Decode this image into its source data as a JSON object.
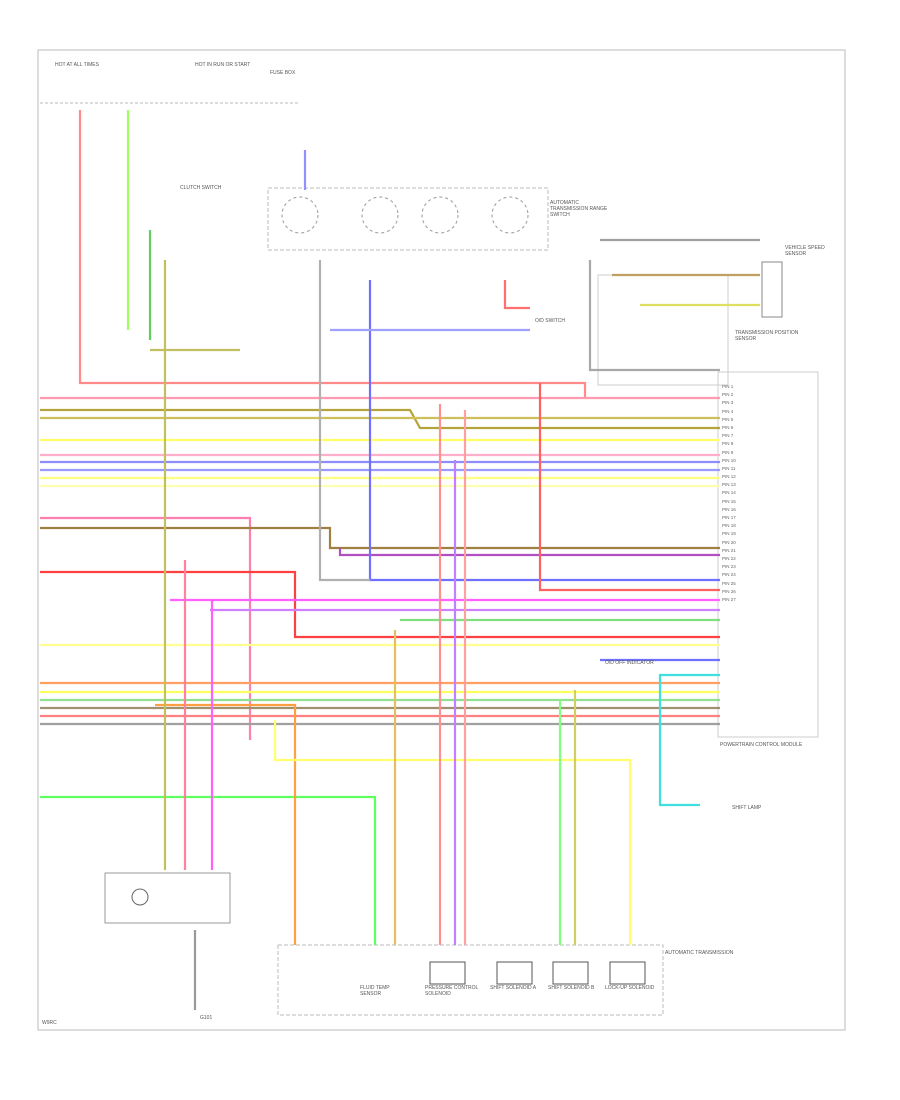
{
  "diagram": {
    "top_left_power": "HOT AT ALL TIMES",
    "top_mid_power": "HOT IN RUN OR START",
    "fuse_box": "FUSE BOX",
    "switch_label": "CLUTCH SWITCH",
    "tcm_title": "AUTOMATIC TRANSMISSION RANGE SWITCH",
    "module_title": "POWERTRAIN CONTROL MODULE",
    "position_sensor": "TRANSMISSION POSITION SENSOR",
    "overdrive_switch": "O/D SWITCH",
    "speed_sensor": "VEHICLE SPEED SENSOR",
    "indicator_label": "O/D OFF INDICATOR",
    "shift_lamp": "SHIFT LAMP",
    "component_fluid_temp": "FLUID TEMP SENSOR",
    "component_pressure": "PRESSURE CONTROL SOLENOID",
    "component_shift_a": "SHIFT SOLENOID A",
    "component_shift_b": "SHIFT SOLENOID B",
    "component_lockup": "LOCK-UP SOLENOID",
    "transmission_label": "AUTOMATIC TRANSMISSION",
    "ground_label": "G101",
    "footer": "W9RC"
  },
  "module_pins": [
    "PIN 1",
    "PIN 2",
    "PIN 3",
    "PIN 4",
    "PIN 5",
    "PIN 6",
    "PIN 7",
    "PIN 8",
    "PIN 9",
    "PIN 10",
    "PIN 11",
    "PIN 12",
    "PIN 13",
    "PIN 14",
    "PIN 15",
    "PIN 16",
    "PIN 17",
    "PIN 18",
    "PIN 19",
    "PIN 20",
    "PIN 21",
    "PIN 22",
    "PIN 23",
    "PIN 24",
    "PIN 25",
    "PIN 26",
    "PIN 27"
  ]
}
